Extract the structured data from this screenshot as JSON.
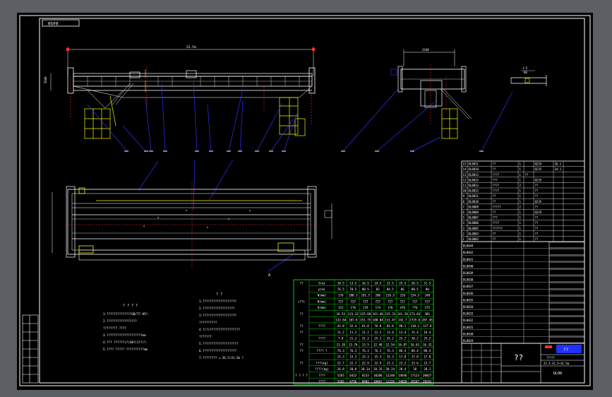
{
  "sheet": {
    "tag": "0SF0",
    "center_mark": "? ?",
    "dims": {
      "span": "22.5m",
      "top_right": "3160",
      "detail": "1:5",
      "detail2": "60",
      "left_h": "5040"
    }
  },
  "callouts": {
    "end_label": "A"
  },
  "notes_left": {
    "title": "? ? ? ?",
    "lines": [
      "1.??????????????GB/T7-85?.",
      "2.?????????????????",
      "  ???????? ????",
      "3.????????????????????mm",
      "4.??? ??????(?)GB?(1??)?.",
      "5.???? ????? ??????????mm"
    ]
  },
  "notes_right": {
    "title": "? ?",
    "lines": [
      "1.???????????????????",
      "2.??????????????????",
      "3.???????????????????",
      "  ??????????",
      "4.?(?)?????????????????",
      "  ???????",
      "5.????????????????????",
      "6.???????????????????",
      "7.???????? = 26.5~31.5m ?"
    ]
  },
  "spec_table": {
    "rows": [
      [
        "??",
        "S(m)",
        "10.5",
        "13.5",
        "16.5",
        "19.5",
        "22.5",
        "25.5",
        "28.5",
        "31.5"
      ],
      [
        "",
        "p(m)",
        "76.5",
        "78.5",
        "80.5",
        "82",
        "84.5",
        "86",
        "88.5",
        "90"
      ],
      [
        "",
        "N(mm)",
        "176",
        "188.3",
        "191.5",
        "206",
        "216.5",
        "226",
        "234.5",
        "248"
      ],
      [
        "(??)",
        "N(mm)",
        "727",
        "727",
        "727",
        "727",
        "727",
        "727",
        "727",
        "727"
      ],
      [
        "",
        "H(mm)",
        "151",
        "176",
        "176",
        "174",
        "176",
        "476",
        "776",
        "575"
      ],
      [
        "??",
        "",
        "16.53",
        "123.22",
        "125.68",
        "161.46",
        "215.23",
        "241.29",
        "273.03",
        "301"
      ],
      [
        "",
        "",
        "132.84",
        "187.8",
        "151.75",
        "180.84",
        "211.47",
        "242.7",
        "2725.6",
        "287.45"
      ],
      [
        "??",
        "????",
        "41.8",
        "52.4",
        "61.8",
        "76.8",
        "81.8",
        "98.1",
        "110.2",
        "127.8"
      ],
      [
        "??",
        "",
        "11.2",
        "11.2",
        "11.2",
        "12.3",
        "13.4",
        "13.4",
        "15.4",
        "16.4"
      ],
      [
        "",
        "????",
        "7.8",
        "21.2",
        "31.2",
        "25.2",
        "35.2",
        "25.2",
        "30.2",
        "25.2"
      ],
      [
        "??",
        "",
        "13.26",
        "13.76",
        "13.5",
        "12.48",
        "12.54",
        "16.87",
        "16.63",
        "16.32"
      ],
      [
        "??",
        "???? ?",
        "76.3",
        "76.3",
        "76.3",
        "76.3",
        "76.3",
        "86.4",
        "86.4",
        "86.4"
      ],
      [
        "",
        "",
        "15.3",
        "15.3",
        "15.3",
        "15.3",
        "15.3",
        "17.8",
        "17.8",
        "17.8"
      ],
      [
        "??",
        "???(kg)",
        "22.7",
        "22.7",
        "22.9",
        "22.9",
        "23.2",
        "23.2",
        "23.6",
        "23.7"
      ],
      [
        "",
        "????(kg)",
        "26.8",
        "28.8",
        "28.14",
        "28.76",
        "28.24",
        "28.4",
        "28",
        "28.1"
      ],
      [
        "? ? ? ?",
        "????",
        "5265",
        "6422",
        "8233",
        "10286",
        "12240",
        "14646",
        "17123",
        "20027"
      ],
      [
        "",
        "????",
        "5265",
        "6756",
        "8481",
        "10467",
        "12226",
        "14820",
        "18107",
        "20261"
      ]
    ]
  },
  "parts_list": {
    "rows": [
      [
        "15",
        "DL0811",
        "??",
        "1",
        "",
        "Q235",
        "16.1",
        ""
      ],
      [
        "14",
        "DL0810",
        "??",
        "1",
        "",
        "Q235",
        "24.1",
        ""
      ],
      [
        "13",
        "DL0813",
        "????",
        "1",
        "??",
        "",
        "",
        ""
      ],
      [
        "12",
        "DL0815",
        "???",
        "1",
        "",
        "Q235",
        "",
        ""
      ],
      [
        "11",
        "DL0813",
        "????",
        "2",
        "",
        "??",
        "",
        ""
      ],
      [
        "10",
        "DL0812",
        "????",
        "1",
        "",
        "??",
        "",
        ""
      ],
      [
        "9",
        "DL0811",
        "??",
        "1",
        "",
        "??",
        "",
        ""
      ],
      [
        "8",
        "DL0810",
        "??",
        "1",
        "",
        "Q235",
        "",
        ""
      ],
      [
        "7",
        "DL0809",
        "?????",
        "2",
        "",
        "??",
        "",
        ""
      ],
      [
        "6",
        "DL0809",
        "??",
        "1",
        "",
        "Q235",
        "",
        ""
      ],
      [
        "5",
        "DL0807",
        "???",
        "1",
        "",
        "??",
        "",
        ""
      ],
      [
        "4",
        "DL0806",
        "????",
        "1",
        "",
        "??",
        "",
        ""
      ],
      [
        "3",
        "DL0805",
        "??????",
        "1",
        "",
        "??",
        "",
        ""
      ],
      [
        "2",
        "DL0803",
        "??",
        "1",
        "",
        "??",
        "",
        ""
      ],
      [
        "1",
        "DL0802",
        "??",
        "1",
        "",
        "??",
        "",
        ""
      ]
    ],
    "lower_rows": [
      "DL0844",
      "DL0842",
      "DL0841",
      "DL0840",
      "DL0839",
      "DL0838",
      "DL0837",
      "DL0836",
      "DL0835",
      "DL0834",
      "DL0833",
      "DL0832",
      "DL0831",
      "DL0830",
      "DL0829"
    ]
  },
  "title_block": {
    "main": "??",
    "subtitle": "?????",
    "sub2": "22.5-31.5~31.5m",
    "drawing_no": "DL08",
    "logo_text": "??"
  },
  "colors": {
    "background": "#5c5f63",
    "sheet": "#000000",
    "frame": "#ffffff",
    "outline": "#ffffff",
    "yellow": "#f5f500",
    "green": "#00ff00",
    "blue": "#3030ff",
    "red": "#ff3030",
    "cyan": "#00d0d0",
    "logo": "#2030ff"
  }
}
